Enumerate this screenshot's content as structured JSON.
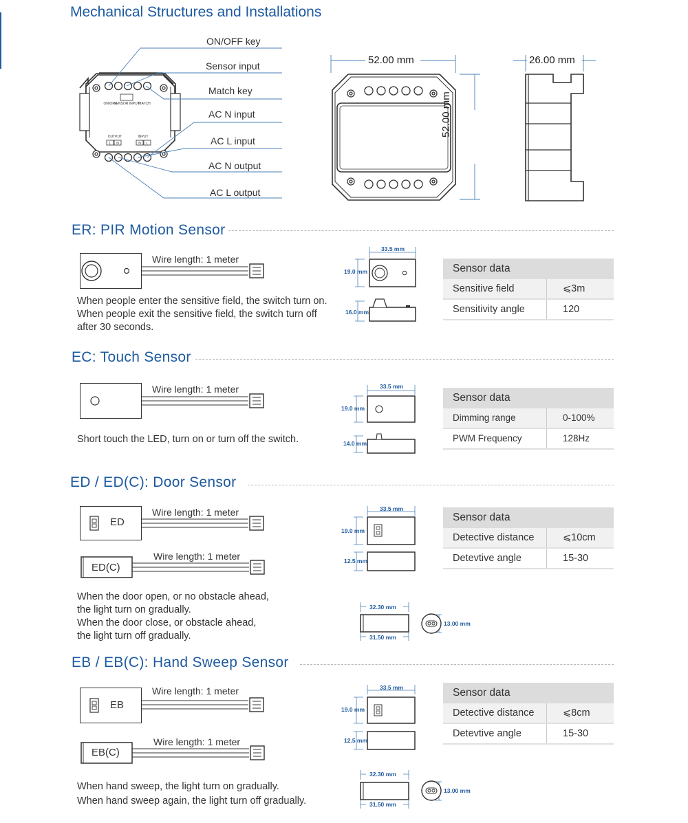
{
  "page_title": "Mechanical Structures and Installations",
  "callouts": [
    "ON/OFF key",
    "Sensor input",
    "Match key",
    "AC N input",
    "AC L input",
    "AC N output",
    "AC L output"
  ],
  "device_labels": {
    "onoff": "ON/OFF",
    "sensor": "SENSOR INPUT",
    "match": "MATCH",
    "output": "OUTPUT",
    "input": "INPUT",
    "l": "L",
    "n": "N"
  },
  "dims_main": {
    "width": "52.00 mm",
    "height": "52.00 mm",
    "depth": "26.00 mm"
  },
  "wire_label": "Wire length: 1 meter",
  "sections": {
    "er": {
      "title": "ER: PIR Motion Sensor",
      "desc": [
        "When people enter the sensitive field, the switch turn on.",
        "When people exit the sensitive field, the switch turn off",
        "after 30 seconds."
      ],
      "dims": {
        "w": "33.5 mm",
        "h": "19.0 mm",
        "d": "16.0 mm"
      },
      "table": {
        "header": "Sensor data",
        "rows": [
          [
            "Sensitive field",
            "⩽3m"
          ],
          [
            "Sensitivity angle",
            "120"
          ]
        ]
      }
    },
    "ec": {
      "title": "EC: Touch Sensor",
      "desc": [
        "Short touch the LED, turn on or turn off the switch."
      ],
      "dims": {
        "w": "33.5 mm",
        "h": "19.0 mm",
        "d": "14.0 mm"
      },
      "table": {
        "header": "Sensor data",
        "rows": [
          [
            "Dimming range",
            "0-100%"
          ],
          [
            "PWM Frequency",
            "128Hz"
          ]
        ]
      }
    },
    "ed": {
      "title": "ED / ED(C): Door Sensor",
      "box1": "ED",
      "box2": "ED(C)",
      "desc": [
        "When the door open, or no obstacle ahead,",
        "the light turn on gradually.",
        "When the door close, or obstacle ahead,",
        "the light turn off gradually."
      ],
      "dims": {
        "w": "33.5 mm",
        "h": "19.0 mm",
        "d": "12.5 mm",
        "cyl_top": "32.30 mm",
        "cyl_bot": "31.50 mm",
        "dia": "13.00 mm"
      },
      "table": {
        "header": "Sensor data",
        "rows": [
          [
            "Detective distance",
            "⩽10cm"
          ],
          [
            "Detevtive angle",
            "15-30"
          ]
        ]
      }
    },
    "eb": {
      "title": "EB / EB(C): Hand Sweep Sensor",
      "box1": "EB",
      "box2": "EB(C)",
      "desc": [
        "When hand sweep, the light turn on gradually.",
        "When hand sweep again, the light turn off gradually."
      ],
      "dims": {
        "w": "33.5 mm",
        "h": "19.0 mm",
        "d": "12.5 mm",
        "cyl_top": "32.30 mm",
        "cyl_bot": "31.50 mm",
        "dia": "13.00 mm"
      },
      "table": {
        "header": "Sensor data",
        "rows": [
          [
            "Detective distance",
            "⩽8cm"
          ],
          [
            "Detevtive angle",
            "15-30"
          ]
        ]
      }
    }
  }
}
